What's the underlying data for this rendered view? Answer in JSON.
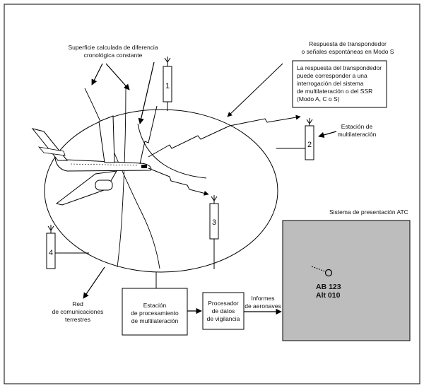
{
  "labels": {
    "surface": [
      "Superficie calculada de diferencia",
      "cronológica constante"
    ],
    "reply": [
      "Respuesta de transpondedor",
      "o señales espontáneas en Modo S"
    ],
    "note": [
      "La respuesta del transpondedor",
      "puede corresponder a una",
      "interrogación del sistema",
      "de multilateración o del SSR",
      "(Modo A, C o S)"
    ],
    "station": [
      "Estación de",
      "multilateración"
    ],
    "atc_title": "Sistema de presentación ATC",
    "network": [
      "Red",
      "de comunicaciones",
      "terrestres"
    ],
    "processing": [
      "Estación",
      "de procesamiento",
      "de multilateración"
    ],
    "processor": [
      "Procesador",
      "de datos",
      "de vigilancia"
    ],
    "reports": [
      "Informes",
      "de aeronaves"
    ]
  },
  "stations": [
    "1",
    "2",
    "3",
    "4"
  ],
  "track": {
    "callsign": "AB 123",
    "altitude": "Alt 010"
  },
  "colors": {
    "display_fill": "#bdbdbd",
    "line": "#000000"
  }
}
